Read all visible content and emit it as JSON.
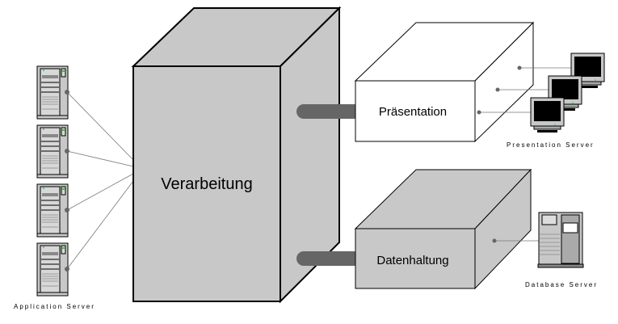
{
  "blocks": {
    "processing": "Verarbeitung",
    "presentation": "Präsentation",
    "data": "Datenhaltung"
  },
  "servers": {
    "application": "Application Server",
    "presentation": "Presentation Server",
    "database": "Database Server"
  },
  "colors": {
    "box_gray": "#c8c8c8",
    "connector": "#666666",
    "line": "#777777"
  }
}
